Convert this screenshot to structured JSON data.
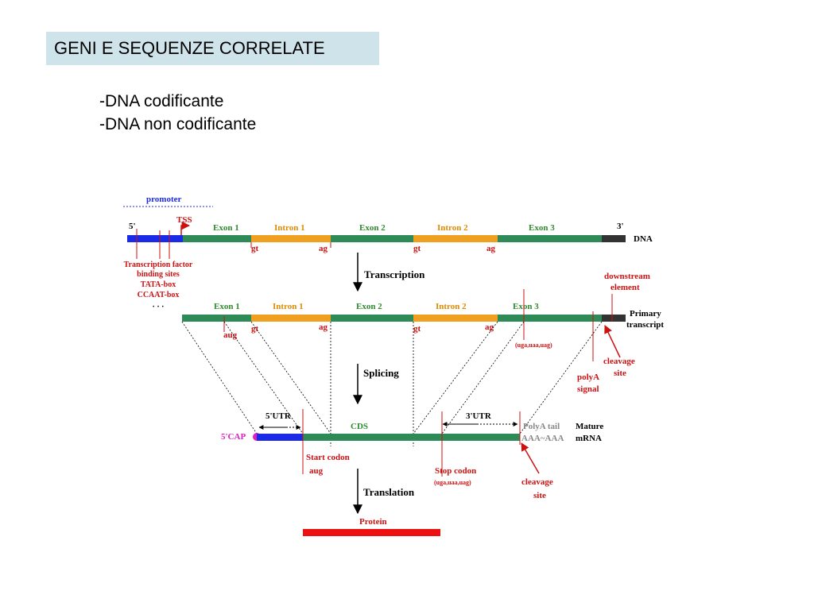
{
  "slide": {
    "title": "GENI E SEQUENZE CORRELATE",
    "bullets": [
      "-DNA codificante",
      "-DNA non codificante"
    ]
  },
  "diagram": {
    "colors": {
      "exon": "#2e8b57",
      "intron": "#f0a020",
      "promoter": "#1a2ae6",
      "dark_end": "#333333",
      "red_label": "#cc1111",
      "green_label": "#2e8b2e",
      "orange_label": "#e08a00",
      "magenta": "#e020c0",
      "protein": "#ee1111",
      "gray_label": "#888888"
    },
    "dna_row": {
      "promoter_label": "promoter",
      "five_prime": "5'",
      "three_prime": "3'",
      "tss_label": "TSS",
      "exon1": "Exon 1",
      "intron1": "Intron 1",
      "exon2": "Exon 2",
      "intron2": "Intron 2",
      "exon3": "Exon 3",
      "dna_label": "DNA",
      "gt": "gt",
      "ag": "ag",
      "promoter_elements": [
        "Transcription factor",
        "binding sites",
        "TATA-box",
        "CCAAT-box",
        "· · ·"
      ]
    },
    "transcription_label": "Transcription",
    "primary_row": {
      "exon1": "Exon 1",
      "intron1": "Intron 1",
      "exon2": "Exon 2",
      "intron2": "Intron 2",
      "exon3": "Exon 3",
      "label_line1": "Primary",
      "label_line2": "transcript",
      "downstream_line1": "downstream",
      "downstream_line2": "element",
      "aug": "aug",
      "gt": "gt",
      "ag": "ag",
      "stop_codons": "(uga,uaa,uag)",
      "polya_signal_line1": "polyA",
      "polya_signal_line2": "signal",
      "cleavage_line1": "cleavage",
      "cleavage_line2": "site"
    },
    "splicing_label": "Splicing",
    "mature_row": {
      "cap": "5'CAP",
      "utr5": "5'UTR",
      "cds": "CDS",
      "utr3": "3'UTR",
      "polya_tail": "PolyA tail",
      "polya_seq": "AAA~AAA",
      "label_line1": "Mature",
      "label_line2": "mRNA",
      "start_codon_line1": "Start codon",
      "start_codon_line2": "aug",
      "stop_codon_line1": "Stop codon",
      "stop_codon_line2": "(uga,uaa,uag)",
      "cleavage_line1": "cleavage",
      "cleavage_line2": "site"
    },
    "translation_label": "Translation",
    "protein_label": "Protein"
  }
}
